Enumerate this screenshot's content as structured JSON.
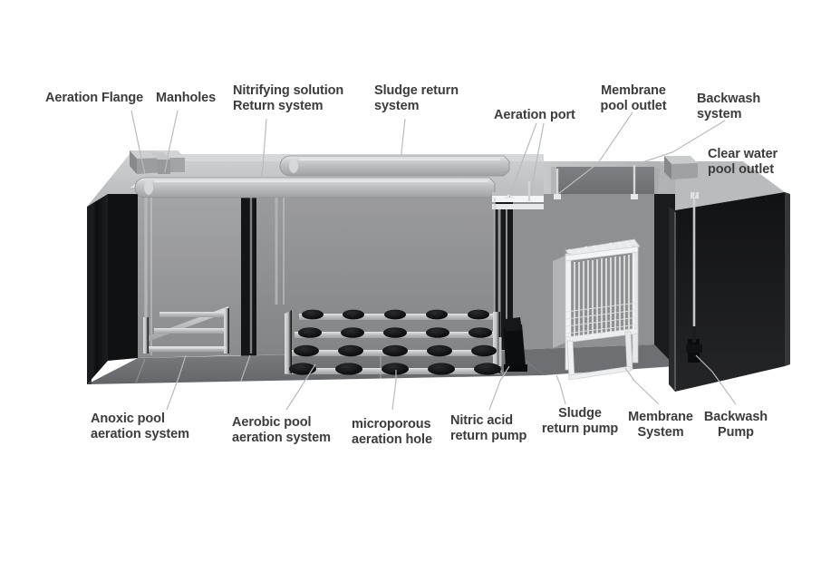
{
  "diagram": {
    "title": "MBR Wastewater Treatment Tank Cutaway Diagram",
    "background_color": "#ffffff",
    "label_color": "#3c3c3c",
    "leader_line_color": "#b9b9b9",
    "palette": {
      "deck_top": "#c2c4c6",
      "deck_side": "#9a9c9e",
      "wall_dark": "#121314",
      "wall_mid": "#3a3b3d",
      "inner_back": "#8e8f91",
      "floor": "#6f7174",
      "pipe_light": "#c9cbcd",
      "pipe_mid": "#a7a9ab",
      "disc_black": "#0d0d0f",
      "membrane_white": "#f2f3f4",
      "pump_black": "#111214"
    }
  },
  "labels": {
    "top": [
      {
        "id": "aeration-flange",
        "text": "Aeration Flange"
      },
      {
        "id": "manholes",
        "text": "Manholes"
      },
      {
        "id": "nitrifying-return",
        "text": "Nitrifying solution\nReturn system"
      },
      {
        "id": "sludge-return",
        "text": "Sludge return\nsystem"
      },
      {
        "id": "aeration-port",
        "text": "Aeration port"
      },
      {
        "id": "membrane-outlet",
        "text": "Membrane\npool outlet"
      },
      {
        "id": "backwash-system",
        "text": "Backwash\nsystem"
      },
      {
        "id": "clear-water-outlet",
        "text": "Clear water\npool outlet"
      }
    ],
    "bottom": [
      {
        "id": "anoxic-aeration",
        "text": "Anoxic pool\naeration system"
      },
      {
        "id": "aerobic-aeration",
        "text": "Aerobic pool\naeration system"
      },
      {
        "id": "microporous-hole",
        "text": "microporous\naeration hole"
      },
      {
        "id": "nitric-acid-pump",
        "text": "Nitric acid\nreturn pump"
      },
      {
        "id": "sludge-return-pump",
        "text": "Sludge\nreturn pump"
      },
      {
        "id": "membrane-system",
        "text": "Membrane\nSystem"
      },
      {
        "id": "backwash-pump",
        "text": "Backwash\nPump"
      }
    ]
  },
  "components": {
    "pools": [
      "Anoxic pool",
      "Aerobic pool",
      "Membrane pool",
      "Clear water pool"
    ],
    "aerobic_grid": {
      "rows": 4,
      "columns": 5,
      "disc_label": "microporous aeration hole"
    },
    "anoxic_grid": {
      "rows": 3,
      "columns": 1
    },
    "manhole_count": 2,
    "top_pipe_count": 2
  }
}
